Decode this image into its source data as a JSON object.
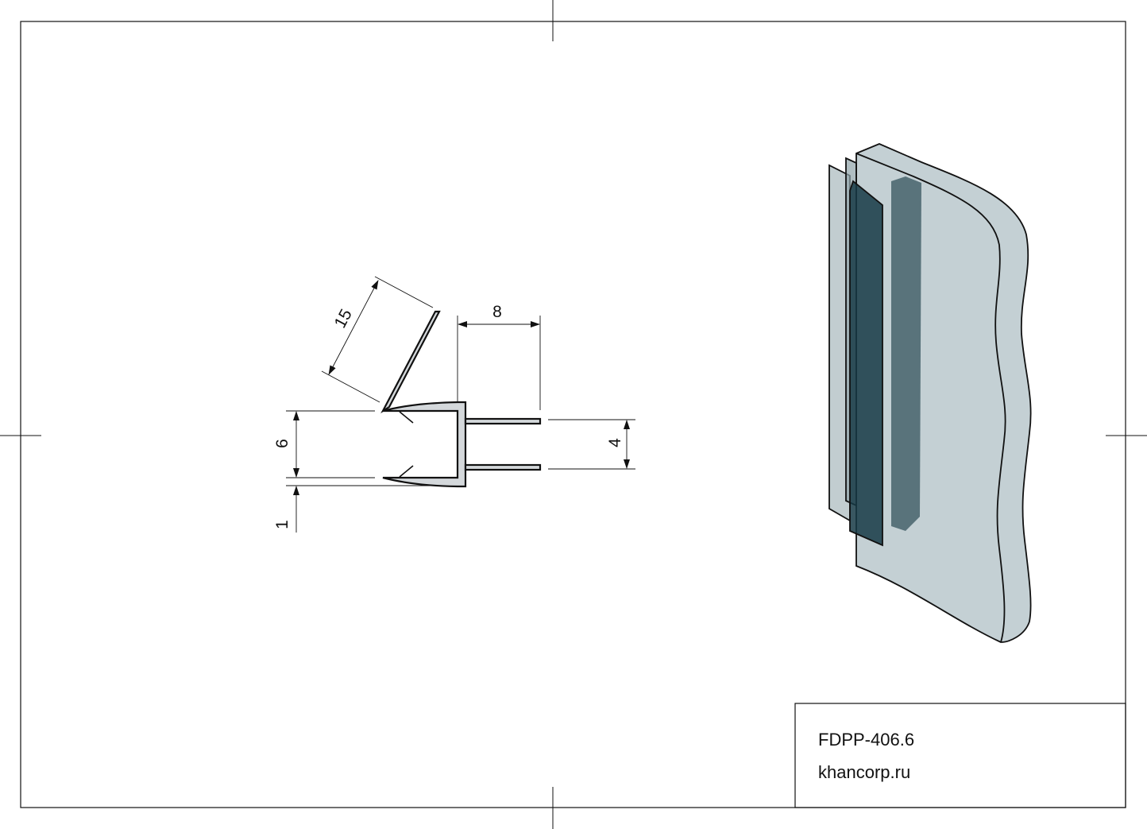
{
  "drawing": {
    "dimensions": {
      "flap_length": "15",
      "fin_length": "8",
      "channel_height": "6",
      "wall_thickness": "1",
      "fin_spacing": "4"
    },
    "colors": {
      "profile_fill": "#d4d8db",
      "glass_fill": "#c4d0d4",
      "seal_dark": "#163a45",
      "line": "#111111"
    }
  },
  "title_block": {
    "part_number": "FDPP-406.6",
    "website": "khancorp.ru"
  }
}
